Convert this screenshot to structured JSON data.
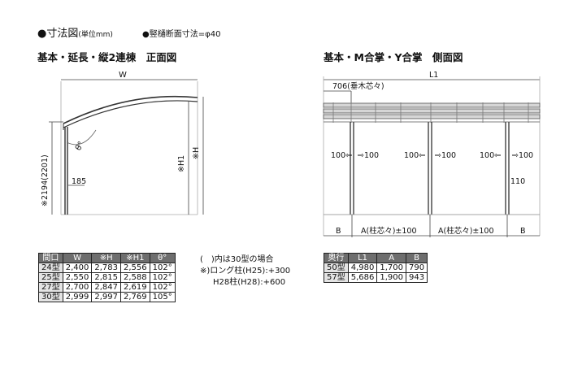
{
  "header": {
    "bullet": "●",
    "title": "寸法図",
    "unit": "(単位mm)",
    "note": "●竪樋断面寸法=φ40"
  },
  "front": {
    "title": "基本・延長・縦2連棟　正面図",
    "dim_w": "W",
    "dim_height": "※2194(2201)",
    "dim_185": "185",
    "dim_h1": "※H1",
    "dim_h": "※H",
    "angle": "θ°"
  },
  "side": {
    "title": "基本・M合掌・Y合掌　側面図",
    "dim_l1": "L1",
    "dim_706": "706(垂木芯々)",
    "arrow_100_left": "100⇦",
    "arrow_100_right": "⇨100",
    "dim_110": "110",
    "bottom_b": "B",
    "bottom_a": "A(柱芯々)±100"
  },
  "front_table": {
    "headers": [
      "間口",
      "W",
      "※H",
      "※H1",
      "θ°"
    ],
    "rows": [
      [
        "24型",
        "2,400",
        "2,783",
        "2,556",
        "102°"
      ],
      [
        "25型",
        "2,550",
        "2,815",
        "2,588",
        "102°"
      ],
      [
        "27型",
        "2,700",
        "2,847",
        "2,619",
        "102°"
      ],
      [
        "30型",
        "2,999",
        "2,997",
        "2,769",
        "105°"
      ]
    ]
  },
  "notes": {
    "line1": "(　)内は30型の場合",
    "line2": "※)ロング柱(H25):+300",
    "line3": "H28柱(H28):+600"
  },
  "side_table": {
    "headers": [
      "奥行",
      "L1",
      "A",
      "B"
    ],
    "rows": [
      [
        "50型",
        "4,980",
        "1,700",
        "790"
      ],
      [
        "57型",
        "5,686",
        "1,900",
        "943"
      ]
    ]
  }
}
